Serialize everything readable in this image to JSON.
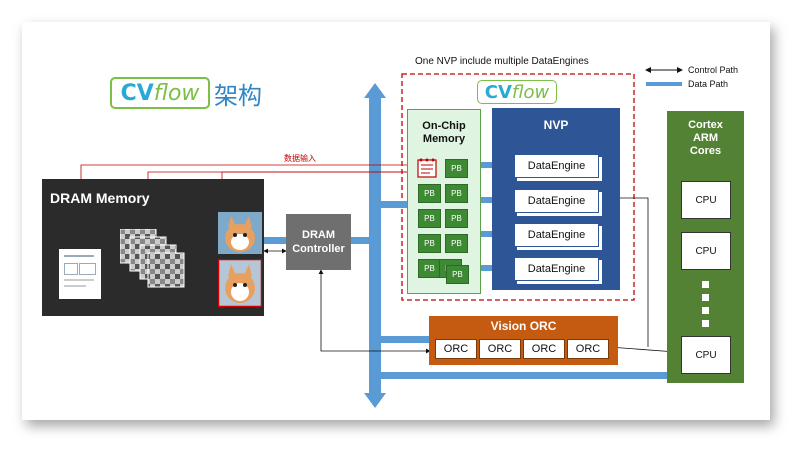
{
  "logo": {
    "brand_cv": "CV",
    "brand_flow": "flow",
    "title_suffix": "架构"
  },
  "nvp_group_caption": "One NVP include multiple DataEngines",
  "legend": {
    "control_path": "Control Path",
    "data_path": "Data Path"
  },
  "dram_memory": {
    "title": "DRAM Memory"
  },
  "data_input_label": "数据输入",
  "dram_controller": {
    "line1": "DRAM",
    "line2": "Controller"
  },
  "on_chip_memory": {
    "line1": "On-Chip",
    "line2": "Memory",
    "pb_label": "PB",
    "pb_count": 10
  },
  "nvp": {
    "title": "NVP",
    "data_engines": [
      "DataEngine",
      "DataEngine",
      "DataEngine",
      "DataEngine"
    ]
  },
  "vision_orc": {
    "title": "Vision ORC",
    "orcs": [
      "ORC",
      "ORC",
      "ORC",
      "ORC"
    ]
  },
  "cortex": {
    "line1": "Cortex",
    "line2": "ARM",
    "line3": "Cores",
    "cpus": [
      "CPU",
      "CPU",
      "CPU"
    ]
  },
  "colors": {
    "bus_blue": "#5b9bd5",
    "nvp_blue": "#2e5596",
    "orc_orange": "#c55a11",
    "cortex_green": "#548235",
    "dashed_red": "#c00000"
  }
}
